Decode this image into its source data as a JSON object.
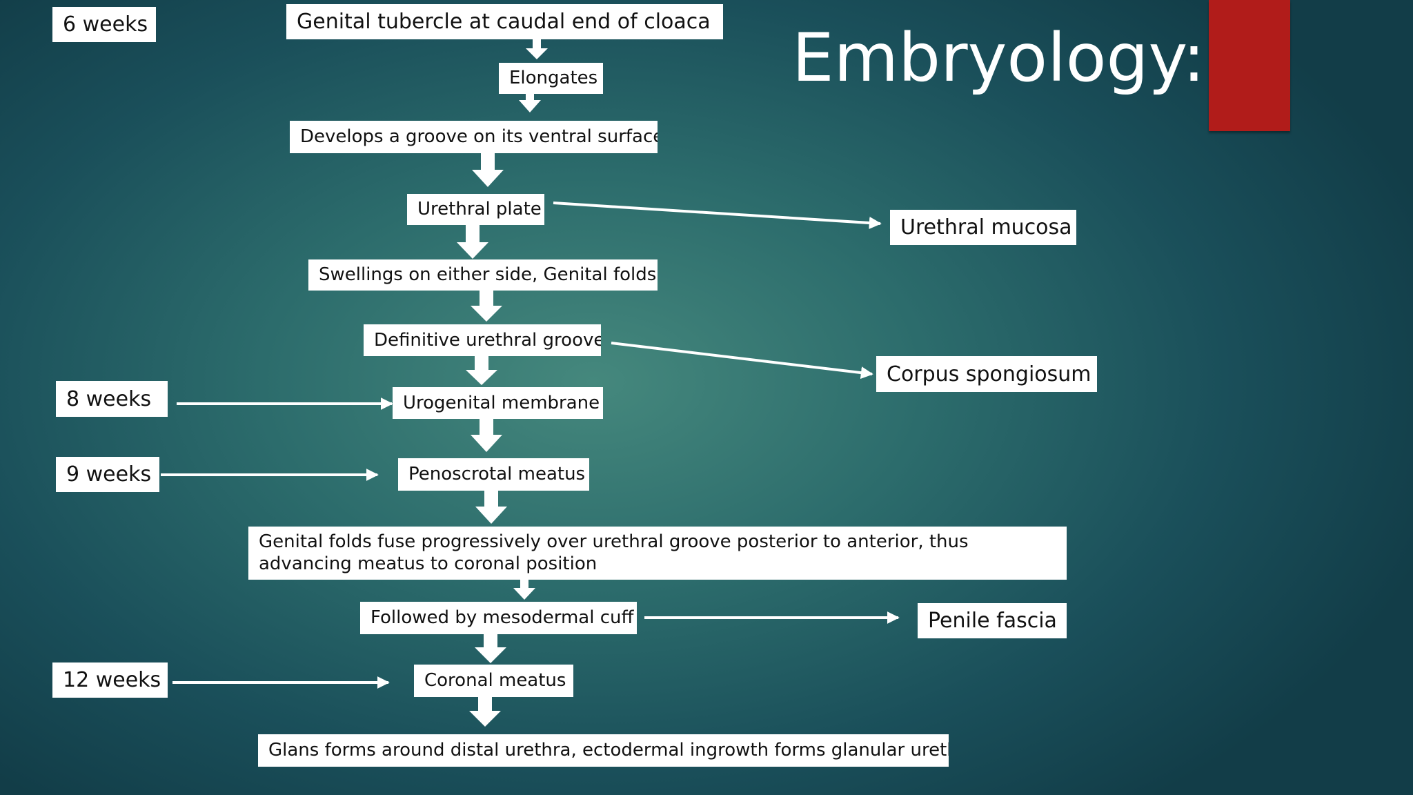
{
  "slide": {
    "title": "Embryology:",
    "accent_color": "#b11c1a",
    "background_color": "#2c6c6c"
  },
  "steps": {
    "genital_tubercle": "Genital tubercle at caudal end of cloaca",
    "elongates": "Elongates",
    "groove": "Develops a groove on its ventral surface",
    "urethral_plate": "Urethral plate",
    "swellings": "Swellings on either side, Genital folds",
    "definitive_groove": "Definitive urethral groove",
    "urogenital_membrane": "Urogenital membrane",
    "penoscrotal_meatus": "Penoscrotal meatus",
    "folds_fuse": "Genital folds fuse progressively over urethral groove posterior to anterior, thus advancing meatus to coronal position",
    "mesodermal_cuff": "Followed by mesodermal cuff",
    "coronal_meatus": "Coronal meatus",
    "glans": "Glans forms around distal urethra, ectodermal ingrowth forms glanular urethra"
  },
  "timeline": {
    "week6": "6 weeks",
    "week8": "8 weeks",
    "week9": "9 weeks",
    "week12": "12 weeks"
  },
  "derivatives": {
    "urethral_mucosa": "Urethral mucosa",
    "corpus_spongiosum": "Corpus spongiosum",
    "penile_fascia": "Penile fascia"
  }
}
